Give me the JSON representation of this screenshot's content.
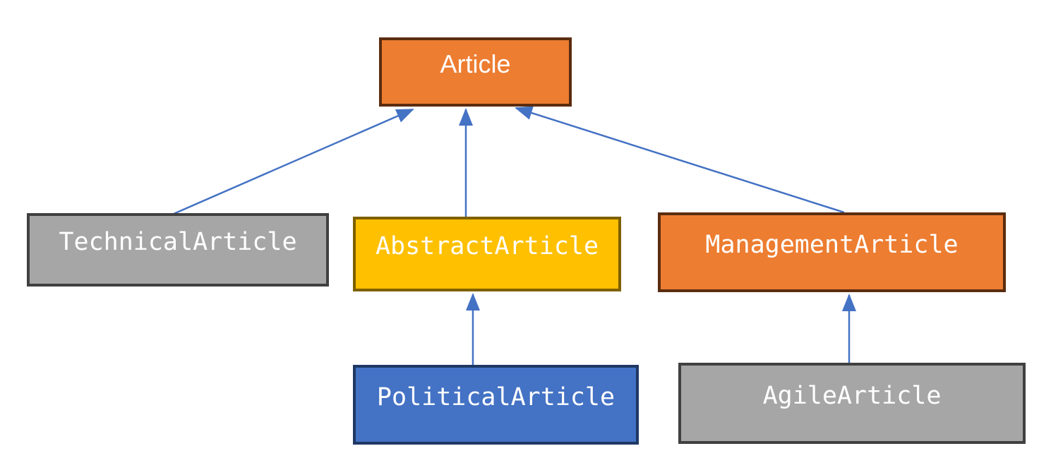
{
  "diagram": {
    "type": "class-hierarchy",
    "background_color": "#FFFFFF",
    "edge_color": "#4472C4",
    "nodes": [
      {
        "id": "article",
        "label": "Article",
        "fill": "#ED7D31",
        "border": "#5B2C0F",
        "text_color": "#FFFFFF"
      },
      {
        "id": "technical-article",
        "label": "TechnicalArticle",
        "fill": "#A6A6A6",
        "border": "#404040",
        "text_color": "#FFFFFF"
      },
      {
        "id": "abstract-article",
        "label": "AbstractArticle",
        "fill": "#FFC000",
        "border": "#7F6000",
        "text_color": "#FFFFFF"
      },
      {
        "id": "management-article",
        "label": "ManagementArticle",
        "fill": "#ED7D31",
        "border": "#5B2C0F",
        "text_color": "#FFFFFF"
      },
      {
        "id": "political-article",
        "label": "PoliticalArticle",
        "fill": "#4472C4",
        "border": "#1F3864",
        "text_color": "#FFFFFF"
      },
      {
        "id": "agile-article",
        "label": "AgileArticle",
        "fill": "#A6A6A6",
        "border": "#404040",
        "text_color": "#FFFFFF"
      }
    ],
    "edges": [
      {
        "from": "TechnicalArticle",
        "to": "Article"
      },
      {
        "from": "AbstractArticle",
        "to": "Article"
      },
      {
        "from": "ManagementArticle",
        "to": "Article"
      },
      {
        "from": "PoliticalArticle",
        "to": "AbstractArticle"
      },
      {
        "from": "AgileArticle",
        "to": "ManagementArticle"
      }
    ]
  }
}
